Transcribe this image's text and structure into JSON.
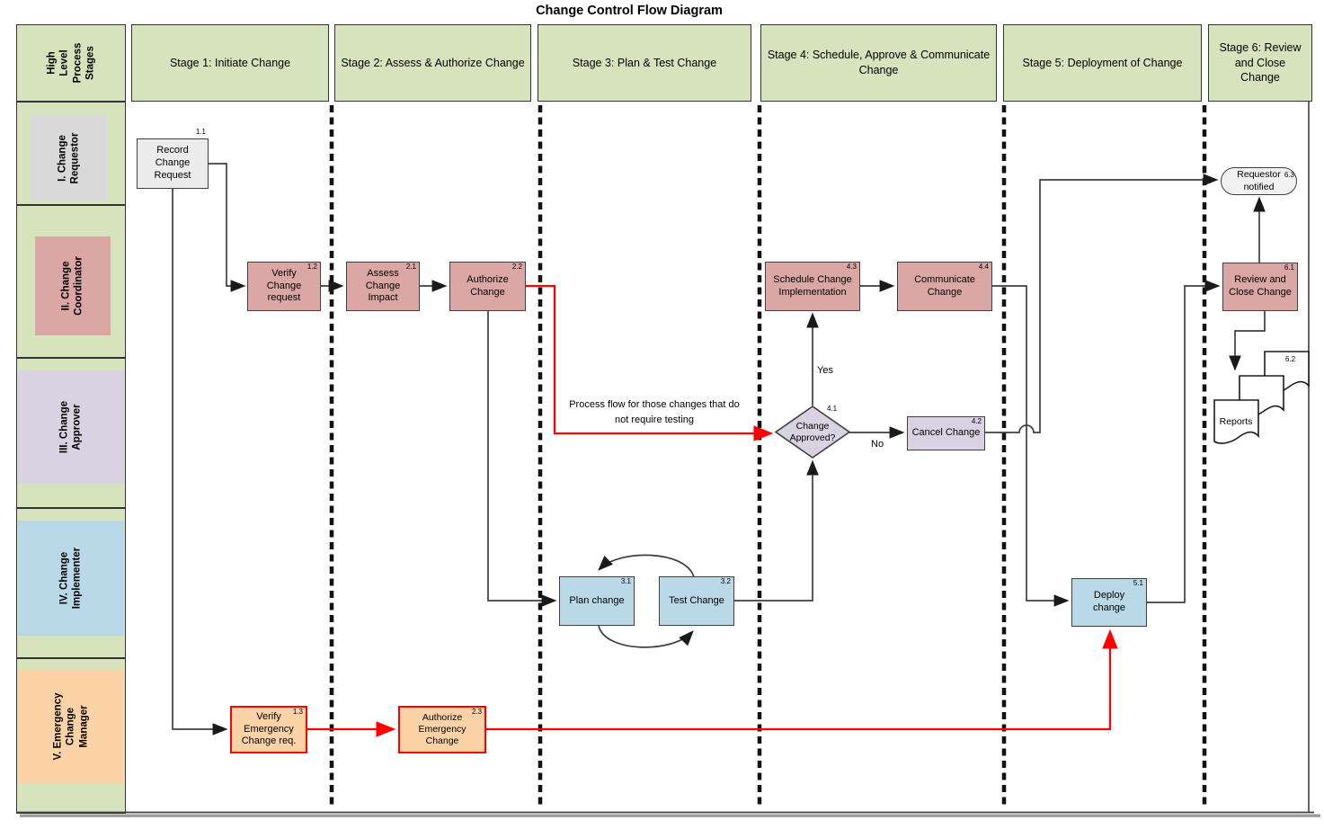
{
  "title": "Change Control Flow Diagram",
  "header": {
    "corner_label": "High Level Process Stages",
    "stages": [
      "Stage 1: Initiate Change",
      "Stage 2: Assess & Authorize Change",
      "Stage 3: Plan & Test Change",
      "Stage 4: Schedule, Approve & Communicate Change",
      "Stage 5: Deployment of Change",
      "Stage 6: Review and Close Change"
    ]
  },
  "lanes": [
    {
      "label": "I. Change Requestor",
      "color": "#d9d9d9"
    },
    {
      "label": "II. Change Coordinator",
      "color": "#dba7a4"
    },
    {
      "label": "III. Change Approver",
      "color": "#d8d2e2"
    },
    {
      "label": "IV. Change Implementer",
      "color": "#b9d9e8"
    },
    {
      "label": "V. Emergency Change Manager",
      "color": "#fcd2a7"
    }
  ],
  "nodes": {
    "record": {
      "label": "Record Change Request",
      "num": "1.1"
    },
    "verify": {
      "label": "Verify Change request",
      "num": "1.2"
    },
    "verify_emergency": {
      "label": "Verify Emergency Change req.",
      "num": "1.3"
    },
    "assess": {
      "label": "Assess Change Impact",
      "num": "2.1"
    },
    "authorize": {
      "label": "Authorize Change",
      "num": "2.2"
    },
    "authorize_emergency": {
      "label": "Authorize Emergency Change",
      "num": "2.3"
    },
    "plan": {
      "label": "Plan change",
      "num": "3.1"
    },
    "test": {
      "label": "Test Change",
      "num": "3.2"
    },
    "decision": {
      "label": "Change Approved?",
      "num": "4.1"
    },
    "cancel": {
      "label": "Cancel Change",
      "num": "4.2"
    },
    "schedule": {
      "label": "Schedule Change Implementation",
      "num": "4.3"
    },
    "communicate": {
      "label": "Communicate Change",
      "num": "4.4"
    },
    "deploy": {
      "label": "Deploy change",
      "num": "5.1"
    },
    "review_close": {
      "label": "Review and Close Change",
      "num": "6.1"
    },
    "reports": {
      "label": "Reports",
      "num": "6.2"
    },
    "requestor_notified": {
      "label": "Requestor notified",
      "num": "6.3"
    }
  },
  "annotations": {
    "yes": "Yes",
    "no": "No",
    "no_testing_note": "Process flow for those changes that do not require testing"
  },
  "colors": {
    "lane_background": "#d6e3bc",
    "process_pink": "#dba7a4",
    "process_blue": "#b9d9e8",
    "process_lavender": "#d8d2e2",
    "process_peach": "#fcd2a7",
    "process_gray": "#ececec",
    "emergency_red": "#fe0000",
    "connector": "#3f3f3f"
  }
}
